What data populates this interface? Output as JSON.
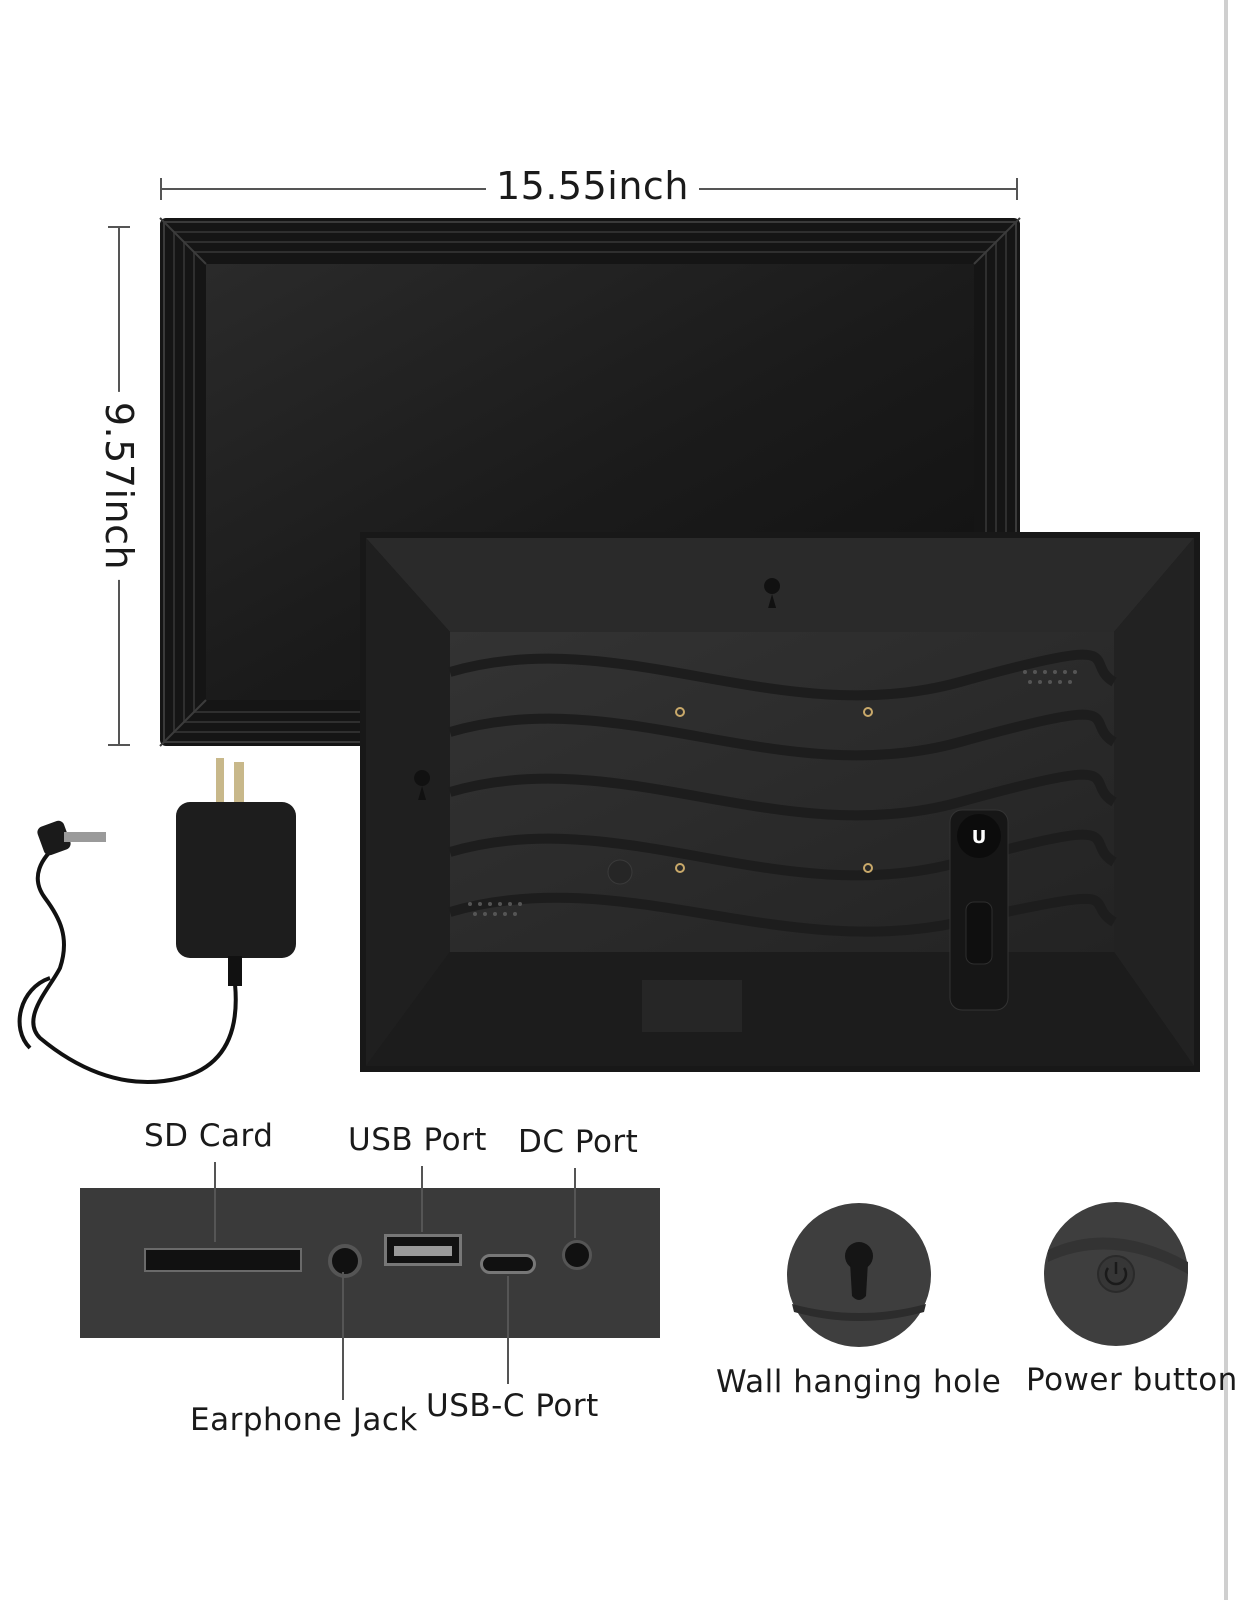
{
  "dimensions": {
    "width_label": "15.55inch",
    "height_label": "9.57inch"
  },
  "ports": {
    "sd_card": "SD Card",
    "usb_port": "USB Port",
    "dc_port": "DC Port",
    "earphone_jack": "Earphone Jack",
    "usb_c_port": "USB-C Port"
  },
  "features": {
    "wall_hanging_hole": "Wall hanging hole",
    "power_button": "Power button"
  },
  "colors": {
    "frame": "#1c1c1c",
    "back_panel": "#2b2b2b",
    "port_strip": "#3a3a3a"
  },
  "icons": [
    "power-icon",
    "keyhole-icon",
    "brand-logo-icon"
  ]
}
